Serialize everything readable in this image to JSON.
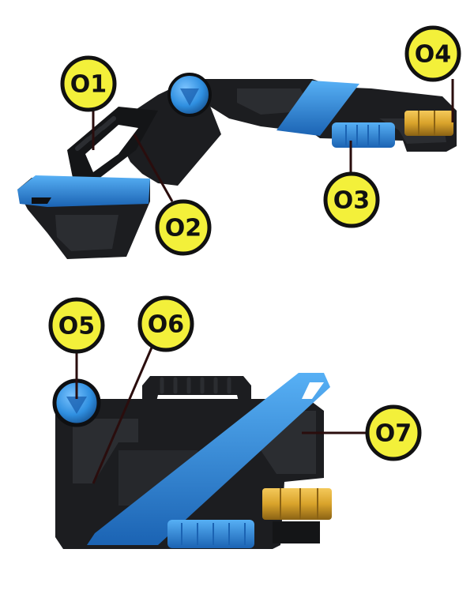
{
  "callouts": [
    {
      "id": "01",
      "label": "O1"
    },
    {
      "id": "02",
      "label": "O2"
    },
    {
      "id": "03",
      "label": "O3"
    },
    {
      "id": "04",
      "label": "O4"
    },
    {
      "id": "05",
      "label": "O5"
    },
    {
      "id": "06",
      "label": "O6"
    },
    {
      "id": "07",
      "label": "O7"
    }
  ],
  "colors": {
    "body": "#1c1d20",
    "body_dark": "#0e0f11",
    "accent_blue": "#2f8fe0",
    "accent_blue_dark": "#1b63b3",
    "accent_gold": "#d9a32b",
    "callout_fill": "#f3f03a",
    "callout_stroke": "#111111",
    "leader_line": "#2a0d0d"
  },
  "icons": [
    "dial-icon",
    "grip-icon",
    "trigger-icon",
    "muzzle-icon"
  ]
}
